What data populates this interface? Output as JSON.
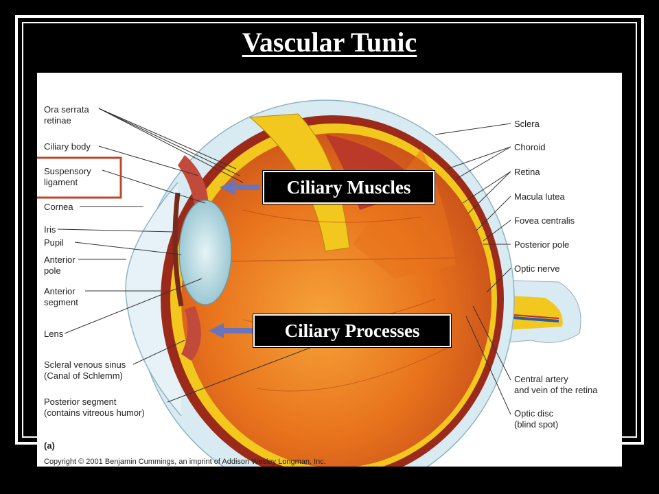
{
  "title": "Vascular Tunic",
  "callouts": {
    "ciliary_muscles": "Ciliary Muscles",
    "ciliary_processes": "Ciliary Processes"
  },
  "labels_left": {
    "ora_serrata": [
      "Ora serrata",
      "retinae"
    ],
    "ciliary_body": "Ciliary body",
    "suspensory_ligament": [
      "Suspensory",
      "ligament"
    ],
    "cornea": "Cornea",
    "iris": "Iris",
    "pupil": "Pupil",
    "anterior_pole": [
      "Anterior",
      "pole"
    ],
    "anterior_segment": [
      "Anterior",
      "segment"
    ],
    "lens": "Lens",
    "scleral_venous_sinus": [
      "Scleral venous sinus",
      "(Canal of Schlemm)"
    ],
    "posterior_segment": [
      "Posterior segment",
      "(contains vitreous humor)"
    ]
  },
  "labels_right": {
    "sclera": "Sclera",
    "choroid": "Choroid",
    "retina": "Retina",
    "macula_lutea": "Macula lutea",
    "fovea_centralis": "Fovea centralis",
    "posterior_pole": "Posterior pole",
    "optic_nerve": "Optic nerve",
    "central_artery": [
      "Central artery",
      "and vein of the retina"
    ],
    "optic_disc": [
      "Optic disc",
      "(blind spot)"
    ]
  },
  "figure_letter": "(a)",
  "copyright": "Copyright © 2001 Benjamin Cummings, an imprint of Addison Wesley Longman, Inc.",
  "colors": {
    "background": "#000000",
    "highlight_box": "#c0462a",
    "arrow": "#6b74b8",
    "sclera": "#d8eaf2",
    "choroid": "#9c2a1a",
    "retina": "#f2c81e",
    "vitreous": "#e87820"
  }
}
